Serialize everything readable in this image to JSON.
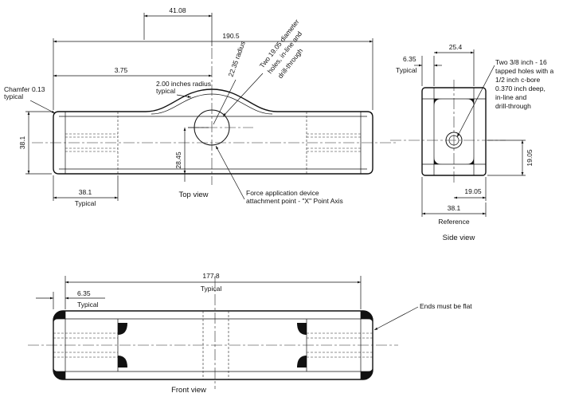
{
  "top_view": {
    "title": "Top view",
    "dims": {
      "d_41_08": "41.08",
      "d_190_5": "190.5",
      "d_3_75": "3.75",
      "d_38_1_h": "38.1",
      "d_38_1_w": "38.1",
      "typical": "Typical",
      "d_28_45": "28.45",
      "radius_22_35": "22.35 radius"
    },
    "notes": {
      "chamfer_1": "Chamfer 0.13",
      "chamfer_2": "typical",
      "radius_1": "2.00 inches radius",
      "radius_2": "typical",
      "holes_1": "Two 19.05 diameter",
      "holes_2": "holes, in-line and",
      "holes_3": "drill-through",
      "force_1": "Force application device",
      "force_2": "attachment point - \"X\" Point Axis"
    }
  },
  "side_view": {
    "title": "Side view",
    "dims": {
      "d_6_35": "6.35",
      "typical": "Typical",
      "d_25_4": "25.4",
      "d_19_05_v": "19.05",
      "d_19_05_h": "19.05",
      "d_38_1": "38.1",
      "reference": "Reference"
    },
    "notes": {
      "tap_1": "Two 3/8 inch - 16",
      "tap_2": "tapped holes with a",
      "tap_3": "1/2 inch c-bore",
      "tap_4": "0.370 inch deep,",
      "tap_5": "in-line and",
      "tap_6": "drill-through"
    }
  },
  "front_view": {
    "title": "Front view",
    "dims": {
      "d_177_8": "177.8",
      "typical_1": "Typical",
      "d_6_35": "6.35",
      "typical_2": "Typical"
    },
    "notes": {
      "ends": "Ends must be flat"
    }
  }
}
